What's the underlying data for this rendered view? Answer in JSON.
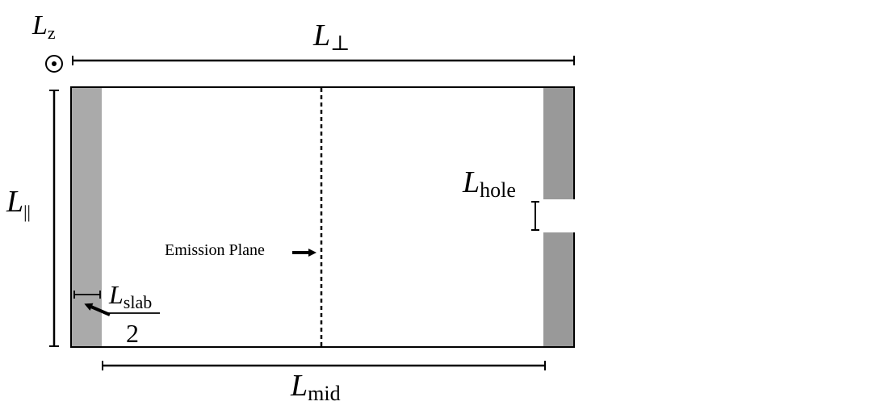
{
  "labels": {
    "lz": {
      "main": "L",
      "sub": "z"
    },
    "lperp": {
      "main": "L",
      "sub": "⊥"
    },
    "lpar": {
      "main": "L",
      "sub": "||"
    },
    "lhole": {
      "main": "L",
      "sub": "hole"
    },
    "lslab": {
      "main": "L",
      "sub": "slab",
      "denominator": "2"
    },
    "lmid": {
      "main": "L",
      "sub": "mid"
    },
    "emission_plane": "Emission Plane"
  },
  "colors": {
    "left_slab": "#aaaaaa",
    "right_slab": "#999999",
    "line": "#000000"
  },
  "icons": {
    "out_of_plane": "circled-dot-icon"
  }
}
